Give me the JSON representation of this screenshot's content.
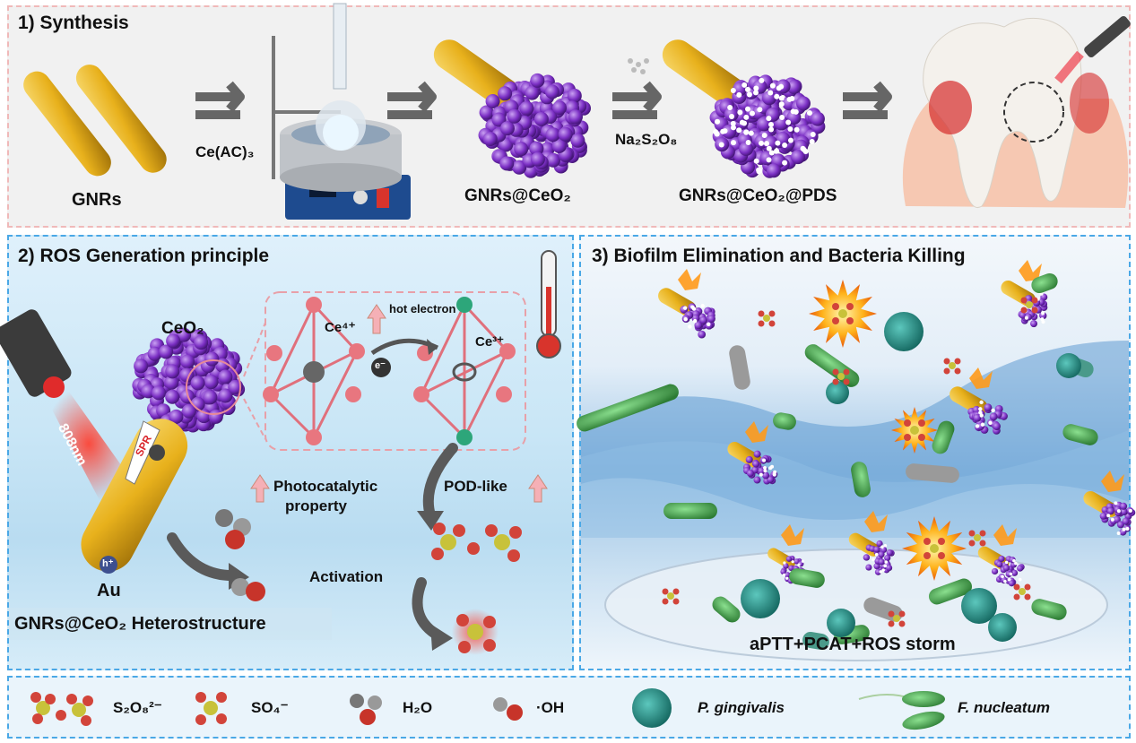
{
  "synthesis": {
    "title": "1) Synthesis",
    "gnrs": "GNRs",
    "ce_reagent": "Ce(AC)₃",
    "gnrs_ceo2": "GNRs@CeO₂",
    "na2s2o8": "Na₂S₂O₈",
    "gnrs_ceo2_pds": "GNRs@CeO₂@PDS"
  },
  "ros": {
    "title": "2) ROS Generation principle",
    "ceo2": "CeO₂",
    "laser": "808nm",
    "ce4": "Ce⁴⁺",
    "ce3": "Ce³⁺",
    "hot_electron": "hot electron",
    "electron": "e⁻",
    "photocatalytic": "Photocatalytic",
    "property": "property",
    "pod_like": "POD-like",
    "spr": "SPR",
    "hole": "h⁺",
    "au": "Au",
    "activation": "Activation",
    "heterostructure": "GNRs@CeO₂ Heterostructure"
  },
  "biofilm": {
    "title": "3) Biofilm Elimination and Bacteria Killing",
    "storm": "aPTT+PCAT+ROS storm"
  },
  "legend": {
    "s2o8": "S₂O₈²⁻",
    "so4": "SO₄⁻",
    "h2o": "H₂O",
    "oh": "·OH",
    "pg": "P. gingivalis",
    "fn": "F. nucleatum"
  },
  "colors": {
    "gold": "#e8b11c",
    "purple": "#7b2fc4",
    "pink": "#e07a86",
    "teal": "#1f8f86",
    "green": "#3fae4a",
    "panel_border": "#4aa8e6"
  }
}
